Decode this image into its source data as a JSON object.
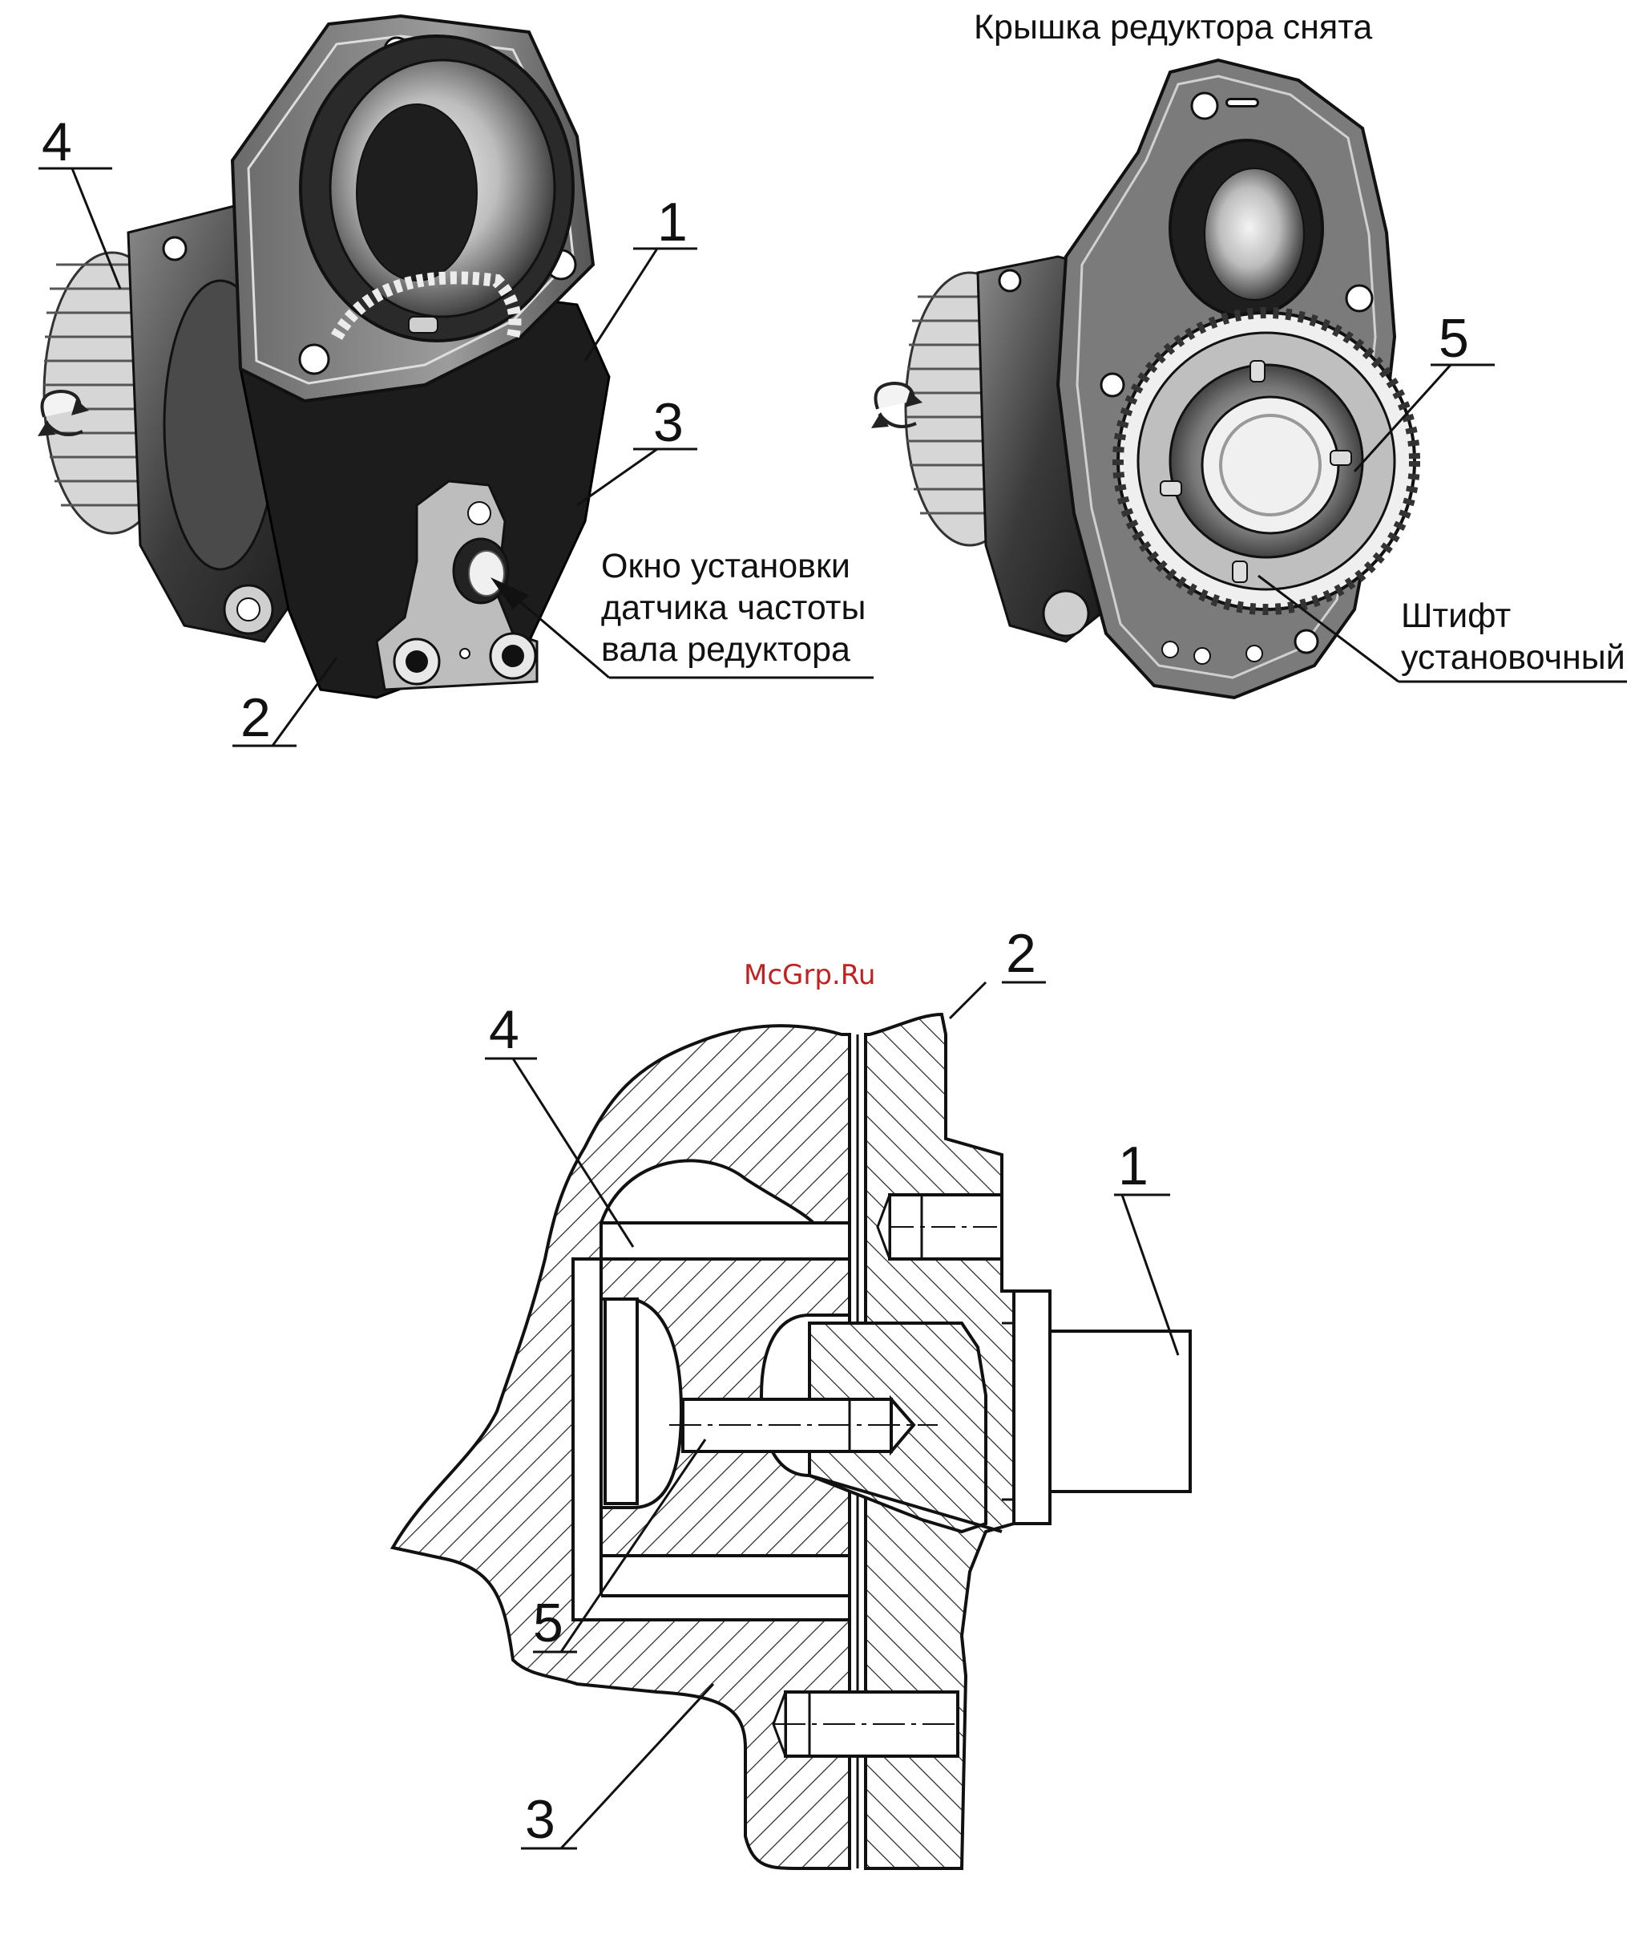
{
  "left_view": {
    "callouts": {
      "c1": "1",
      "c2": "2",
      "c3": "3",
      "c4": "4"
    },
    "sensor_window_lines": [
      "Окно установки",
      "датчика частоты",
      "вала редуктора"
    ]
  },
  "right_view": {
    "caption": "Крышка редуктора снята",
    "callouts": {
      "c5": "5"
    },
    "pin_lines": [
      "Штифт",
      "установочный"
    ]
  },
  "section_view": {
    "watermark": "McGrp.Ru",
    "callouts": {
      "c1": "1",
      "c2": "2",
      "c3": "3",
      "c4": "4",
      "c5": "5"
    }
  },
  "colors": {
    "ink": "#111111",
    "watermark": "#c42020"
  },
  "icons": {
    "rotation_arrow": "rotation-arrow-icon"
  }
}
